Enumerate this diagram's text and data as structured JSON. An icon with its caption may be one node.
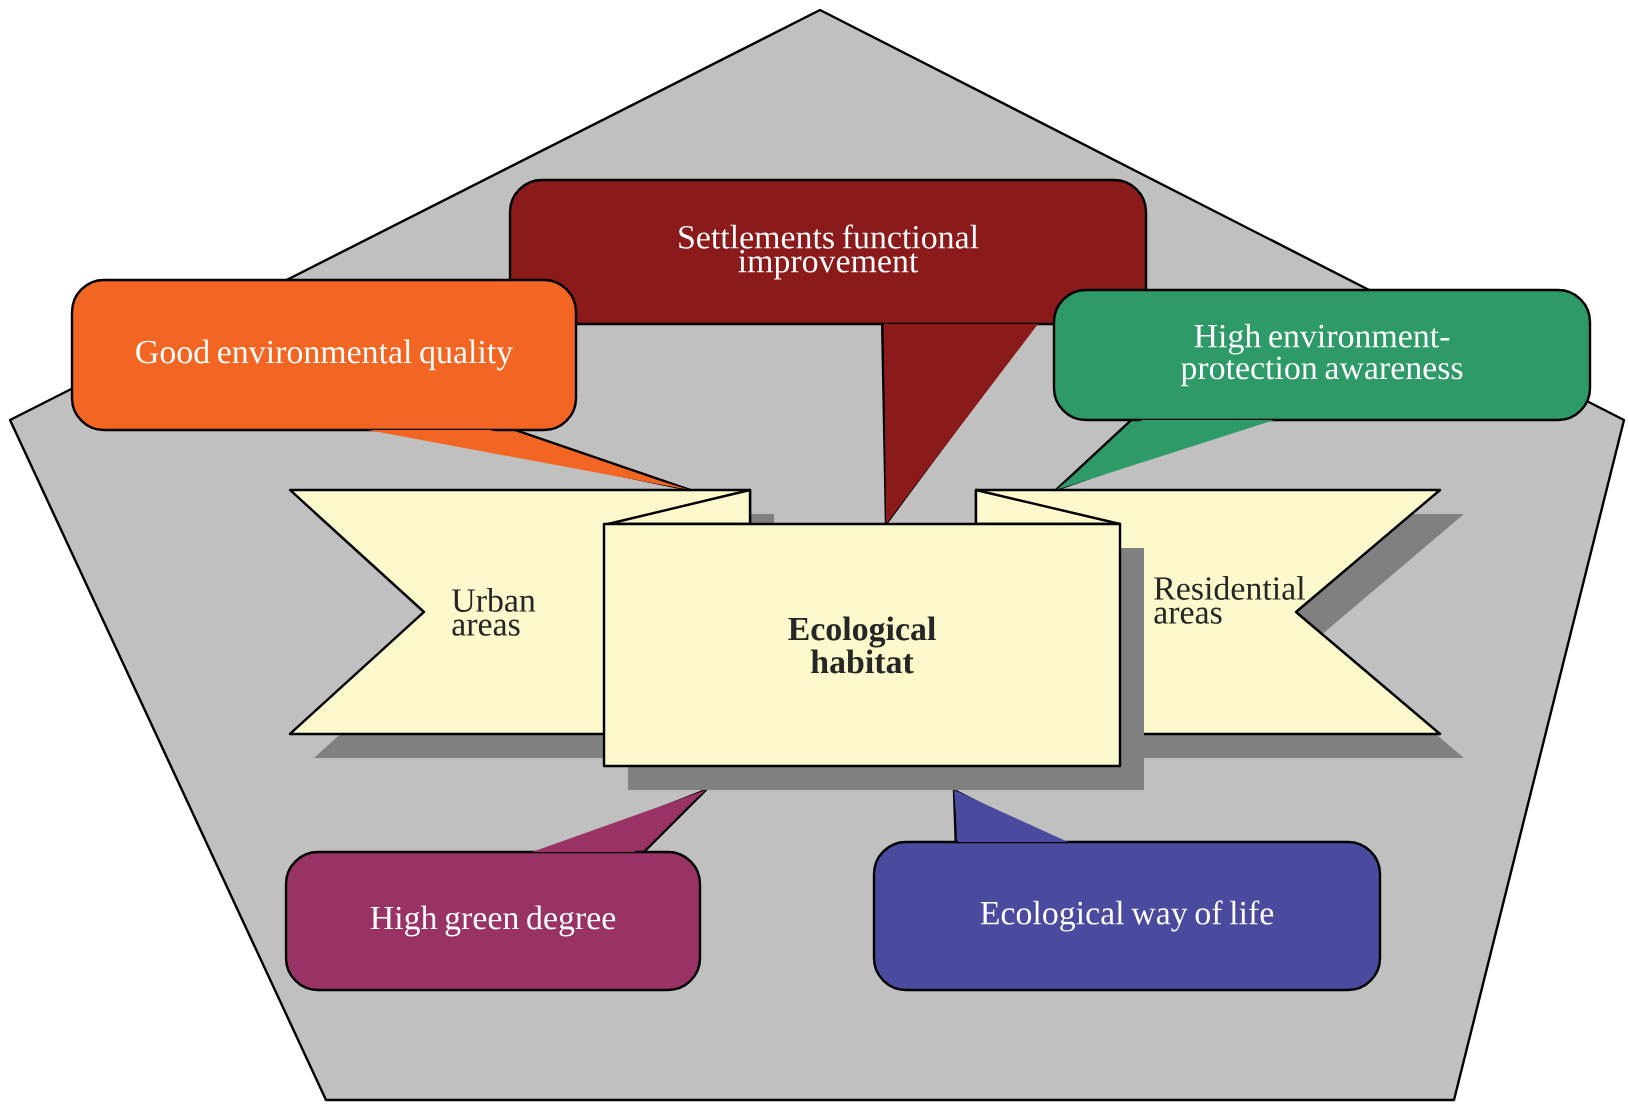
{
  "diagram": {
    "nodes": [
      {
        "text": [],
        "shape": "pentagon"
      },
      {
        "text": [
          "Settlements functional improvement"
        ],
        "in": 0
      },
      {
        "text": [
          "Good environmental quality"
        ],
        "in": 0
      },
      {
        "text": [
          "High environment-protection awareness"
        ],
        "in": 0
      },
      {
        "text": [
          "Urban areas"
        ],
        "in": 0
      },
      {
        "text": [
          "Ecological habitat"
        ],
        "in": 0
      },
      {
        "text": [
          "Residential areas"
        ],
        "in": 0
      },
      {
        "text": [
          "High green degree"
        ],
        "in": 0
      },
      {
        "text": [
          "Ecological way of life"
        ],
        "in": 0
      }
    ]
  }
}
